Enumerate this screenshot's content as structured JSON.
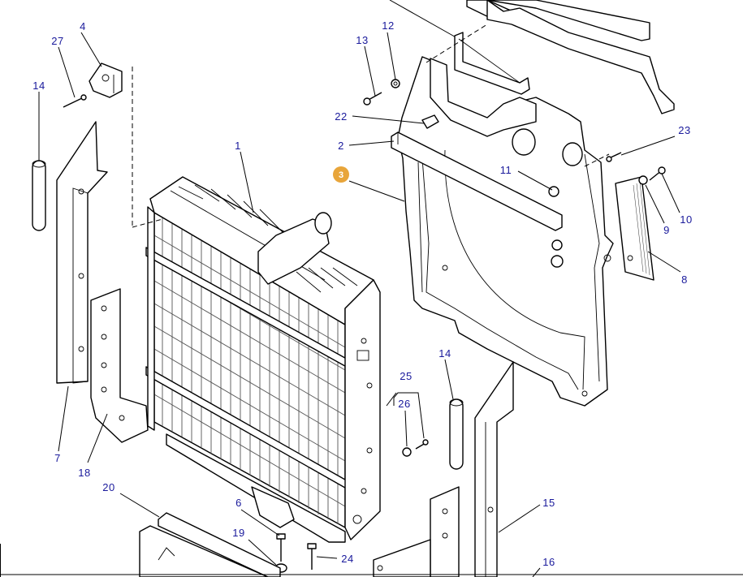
{
  "diagram": {
    "highlight_color": "#e8a53a",
    "label_color": "#1a1a9c",
    "parts": [
      {
        "num": "1",
        "name": "radiator",
        "highlighted": false
      },
      {
        "num": "2",
        "name": "cross-bar",
        "highlighted": false
      },
      {
        "num": "3",
        "name": "fan-shroud",
        "highlighted": true
      },
      {
        "num": "4",
        "name": "bracket-clip",
        "highlighted": false
      },
      {
        "num": "6",
        "name": "bolt",
        "highlighted": false
      },
      {
        "num": "7",
        "name": "side-panel-left",
        "highlighted": false
      },
      {
        "num": "8",
        "name": "seal-strip",
        "highlighted": false
      },
      {
        "num": "9",
        "name": "washer",
        "highlighted": false
      },
      {
        "num": "10",
        "name": "screw",
        "highlighted": false
      },
      {
        "num": "11",
        "name": "nut",
        "highlighted": false
      },
      {
        "num": "12",
        "name": "washer",
        "highlighted": false
      },
      {
        "num": "13",
        "name": "bolt",
        "highlighted": false
      },
      {
        "num": "14",
        "name": "hose-sleeve",
        "highlighted": false
      },
      {
        "num": "14",
        "name": "hose-sleeve",
        "highlighted": false
      },
      {
        "num": "15",
        "name": "side-panel-right",
        "highlighted": false
      },
      {
        "num": "16",
        "name": "bracket",
        "highlighted": false
      },
      {
        "num": "18",
        "name": "mounting-bracket",
        "highlighted": false
      },
      {
        "num": "19",
        "name": "washer",
        "highlighted": false
      },
      {
        "num": "20",
        "name": "support-plate",
        "highlighted": false
      },
      {
        "num": "22",
        "name": "clip",
        "highlighted": false
      },
      {
        "num": "23",
        "name": "screw",
        "highlighted": false
      },
      {
        "num": "24",
        "name": "bolt",
        "highlighted": false
      },
      {
        "num": "25",
        "name": "screw",
        "highlighted": false
      },
      {
        "num": "26",
        "name": "washer",
        "highlighted": false
      },
      {
        "num": "27",
        "name": "pin",
        "highlighted": false
      }
    ]
  }
}
